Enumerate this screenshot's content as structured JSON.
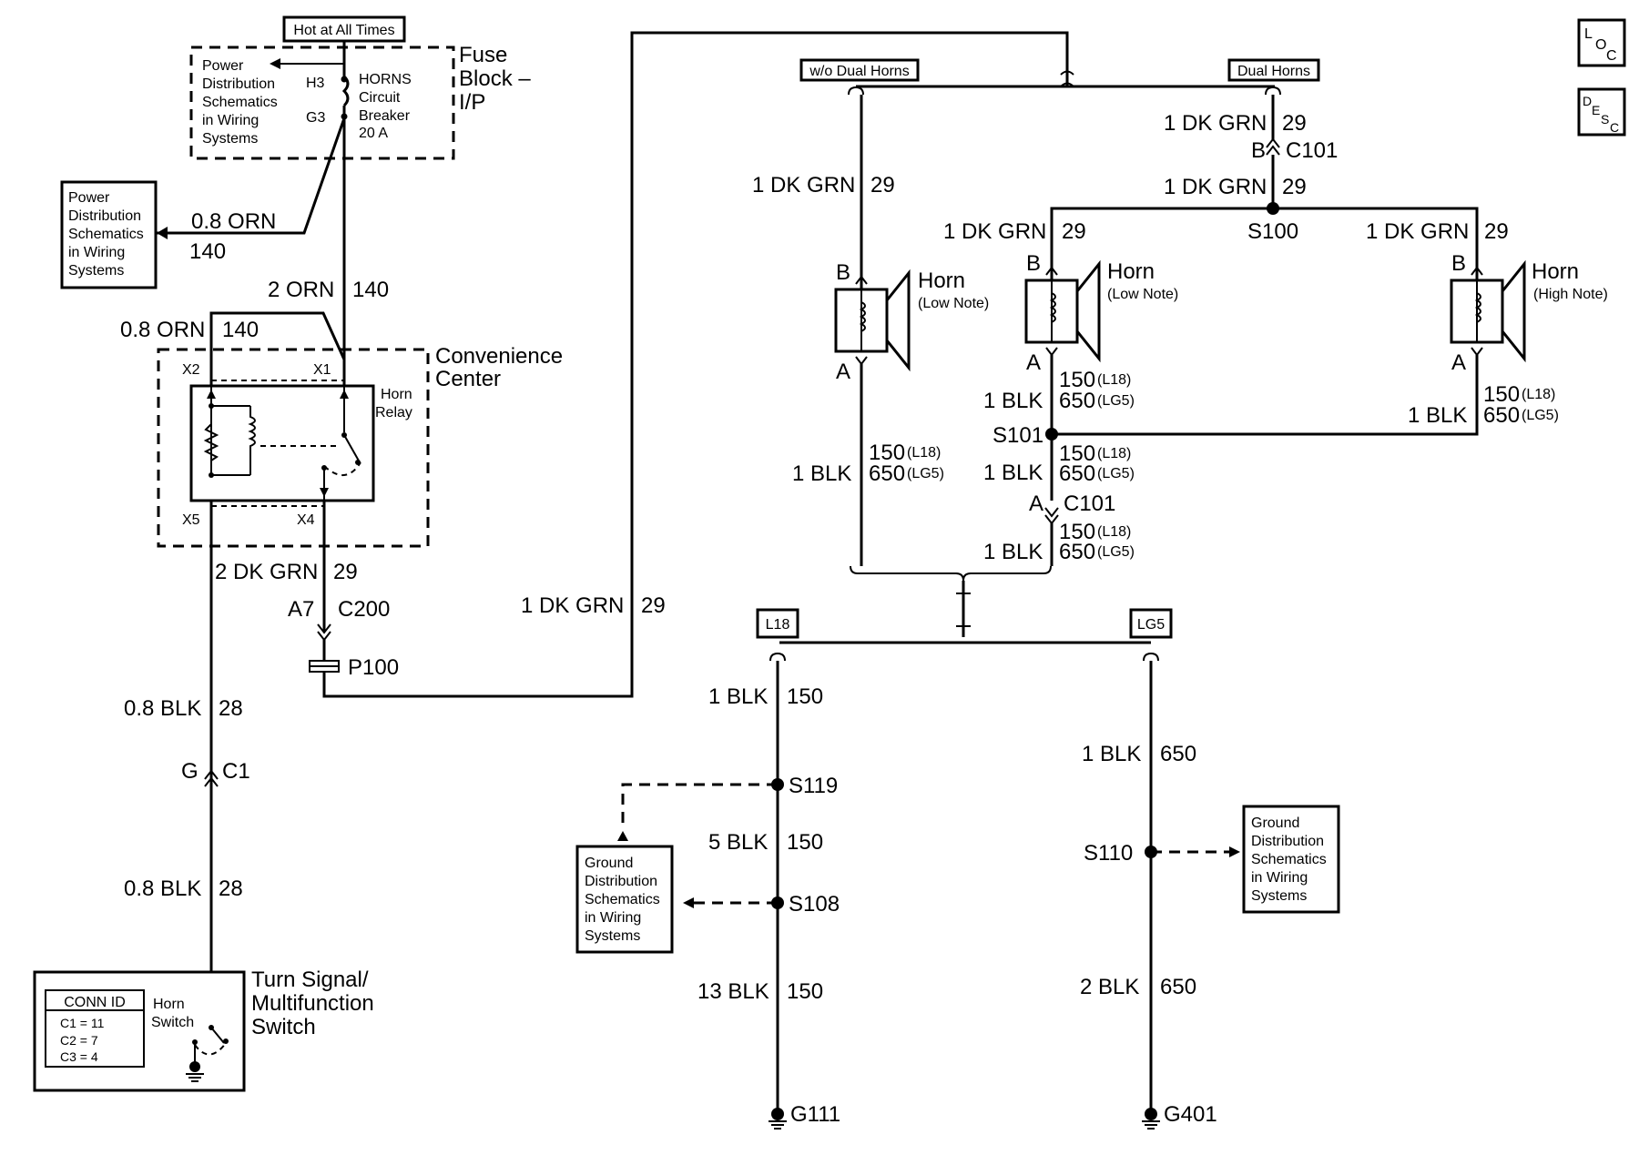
{
  "fuse_block": {
    "hot_label": "Hot at All Times",
    "title_line1": "Fuse",
    "title_line2": "Block –",
    "title_line3": "I/P",
    "pds_lines": [
      "Power",
      "Distribution",
      "Schematics",
      "in Wiring",
      "Systems"
    ],
    "pin_top": "H3",
    "pin_bottom": "G3",
    "breaker_lines": [
      "HORNS",
      "Circuit",
      "Breaker",
      "20 A"
    ]
  },
  "pds_box_left": {
    "lines": [
      "Power",
      "Distribution",
      "Schematics",
      "in Wiring",
      "Systems"
    ]
  },
  "wires": {
    "orn_left": {
      "gauge": "0.8 ORN",
      "circuit": "140"
    },
    "orn_main": {
      "gauge": "2 ORN",
      "circuit": "140"
    },
    "orn_relay": {
      "gauge": "0.8 ORN",
      "circuit": "140"
    },
    "dkgrn_relay": {
      "gauge": "2 DK GRN",
      "circuit": "29"
    },
    "dkgrn_long": {
      "gauge": "1 DK GRN",
      "circuit": "29"
    },
    "blk_switch_upper": {
      "gauge": "0.8 BLK",
      "circuit": "28"
    },
    "blk_switch_lower": {
      "gauge": "0.8 BLK",
      "circuit": "28"
    },
    "wo_horn_grn": {
      "gauge": "1 DK GRN",
      "circuit": "29"
    },
    "wo_horn_blk": {
      "gauge": "1 BLK",
      "circuit_a": "150",
      "opt_a": "(L18)",
      "circuit_b": "650",
      "opt_b": "(LG5)"
    },
    "dual_grn_top": {
      "gauge": "1 DK GRN",
      "circuit": "29"
    },
    "dual_grn_s100": {
      "gauge": "1 DK GRN",
      "circuit": "29"
    },
    "dual_grn_left": {
      "gauge": "1 DK GRN",
      "circuit": "29"
    },
    "dual_grn_right": {
      "gauge": "1 DK GRN",
      "circuit": "29"
    },
    "low_blk_top": {
      "gauge": "1 BLK",
      "circuit_a": "150",
      "opt_a": "(L18)",
      "circuit_b": "650",
      "opt_b": "(LG5)"
    },
    "high_blk": {
      "gauge": "1 BLK",
      "circuit_a": "150",
      "opt_a": "(L18)",
      "circuit_b": "650",
      "opt_b": "(LG5)"
    },
    "s101_blk": {
      "gauge": "1 BLK",
      "circuit_a": "150",
      "opt_a": "(L18)",
      "circuit_b": "650",
      "opt_b": "(LG5)"
    },
    "c101_blk": {
      "gauge": "1 BLK",
      "circuit_a": "150",
      "opt_a": "(L18)",
      "circuit_b": "650",
      "opt_b": "(LG5)"
    },
    "g111_1": {
      "gauge": "1 BLK",
      "circuit": "150"
    },
    "g111_2": {
      "gauge": "5 BLK",
      "circuit": "150"
    },
    "g111_3": {
      "gauge": "13 BLK",
      "circuit": "150"
    },
    "g401_1": {
      "gauge": "1 BLK",
      "circuit": "650"
    },
    "g401_2": {
      "gauge": "2 BLK",
      "circuit": "650"
    }
  },
  "convenience_center": {
    "title_line1": "Convenience",
    "title_line2": "Center",
    "relay_line1": "Horn",
    "relay_line2": "Relay",
    "pin_x1": "X1",
    "pin_x2": "X2",
    "pin_x4": "X4",
    "pin_x5": "X5"
  },
  "connectors": {
    "a7": "A7",
    "c200": "C200",
    "p100": "P100",
    "g": "G",
    "c1": "C1",
    "c101_b": "B",
    "c101_top": "C101",
    "c101_a": "A",
    "c101_bottom": "C101"
  },
  "splices": {
    "s100": "S100",
    "s101": "S101",
    "s119": "S119",
    "s108": "S108",
    "s110": "S110"
  },
  "options": {
    "wo_dual": "w/o Dual Horns",
    "dual": "Dual Horns",
    "l18": "L18",
    "lg5": "LG5"
  },
  "horns": [
    {
      "title": "Horn",
      "note": "(Low Note)",
      "pin_b": "B",
      "pin_a": "A"
    },
    {
      "title": "Horn",
      "note": "(Low Note)",
      "pin_b": "B",
      "pin_a": "A"
    },
    {
      "title": "Horn",
      "note": "(High Note)",
      "pin_b": "B",
      "pin_a": "A"
    }
  ],
  "switch": {
    "title_line1": "Turn Signal/",
    "title_line2": "Multifunction",
    "title_line3": "Switch",
    "conn_id": "CONN ID",
    "conn_lines": [
      "C1 = 11",
      "C2 = 7",
      "C3 = 4"
    ],
    "horn_switch_line1": "Horn",
    "horn_switch_line2": "Switch"
  },
  "ground_boxes": {
    "left": [
      "Ground",
      "Distribution",
      "Schematics",
      "in Wiring",
      "Systems"
    ],
    "right": [
      "Ground",
      "Distribution",
      "Schematics",
      "in Wiring",
      "Systems"
    ]
  },
  "grounds": {
    "g111": "G111",
    "g401": "G401"
  },
  "corner_icons": {
    "loc": [
      "L",
      "O",
      "C"
    ],
    "desc": [
      "D",
      "E",
      "S",
      "C"
    ]
  }
}
